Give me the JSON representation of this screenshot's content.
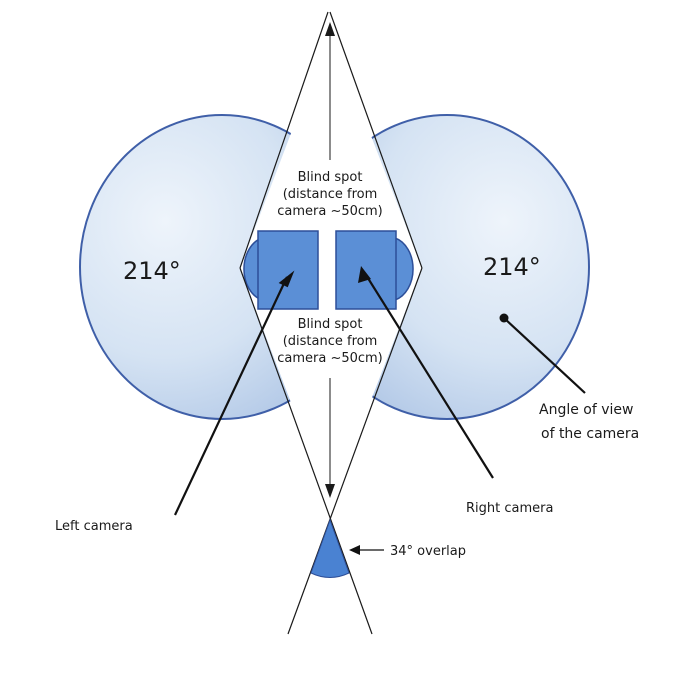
{
  "diagram": {
    "left_angle": "214°",
    "right_angle": "214°",
    "blind_spot_top": {
      "line1": "Blind spot",
      "line2": "(distance from",
      "line3": "camera ~50cm)"
    },
    "blind_spot_bottom": {
      "line1": "Blind spot",
      "line2": "(distance from",
      "line3": "camera ~50cm)"
    },
    "left_camera_label": "Left camera",
    "right_camera_label": "Right camera",
    "angle_of_view": {
      "line1": "Angle of view",
      "line2": "of the camera"
    },
    "overlap_label": "34° overlap",
    "colors": {
      "fov_fill_light": "#eaf1fa",
      "fov_fill_dark": "#b9cde8",
      "fov_stroke": "#3f5fa8",
      "camera_fill": "#5b8fd6",
      "camera_stroke": "#2d4f99",
      "overlap_fill": "#4a82d2"
    }
  }
}
